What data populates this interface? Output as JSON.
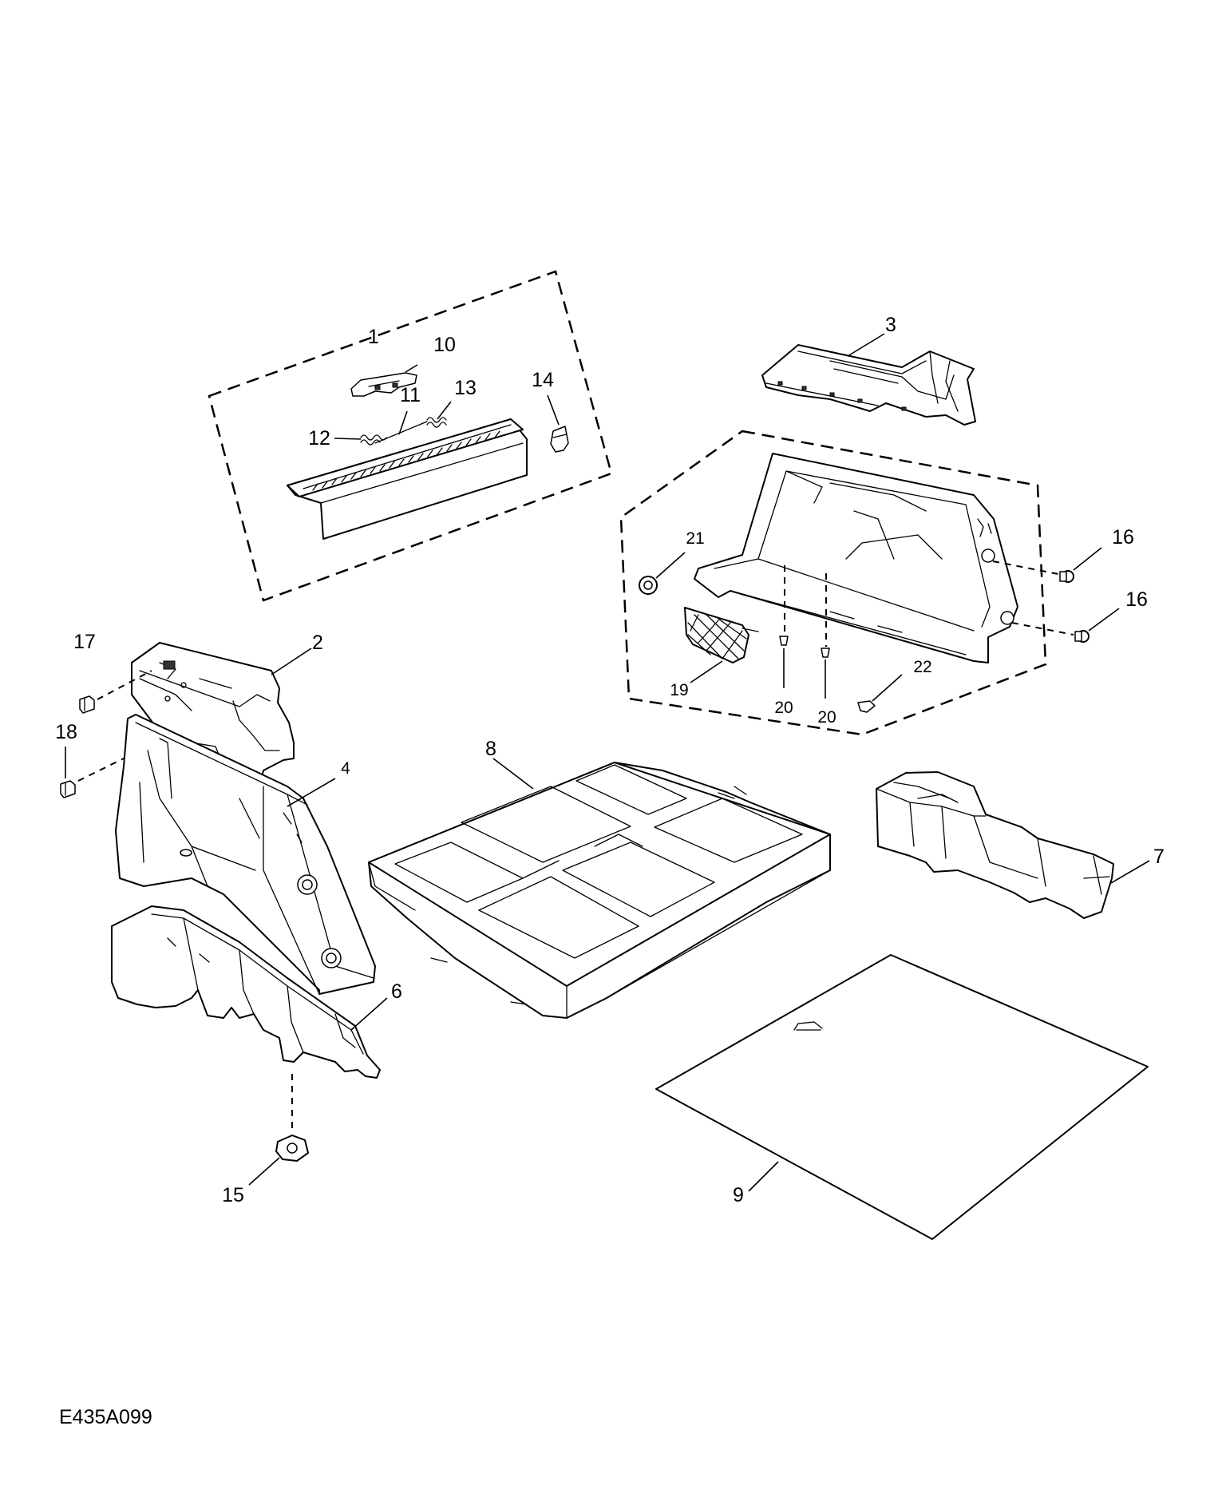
{
  "diagram": {
    "reference_code": "E435A099",
    "callouts": [
      "1",
      "2",
      "3",
      "4",
      "6",
      "7",
      "8",
      "9",
      "10",
      "11",
      "12",
      "13",
      "14",
      "15",
      "16",
      "16",
      "17",
      "18",
      "19",
      "20",
      "20",
      "21",
      "22"
    ]
  }
}
